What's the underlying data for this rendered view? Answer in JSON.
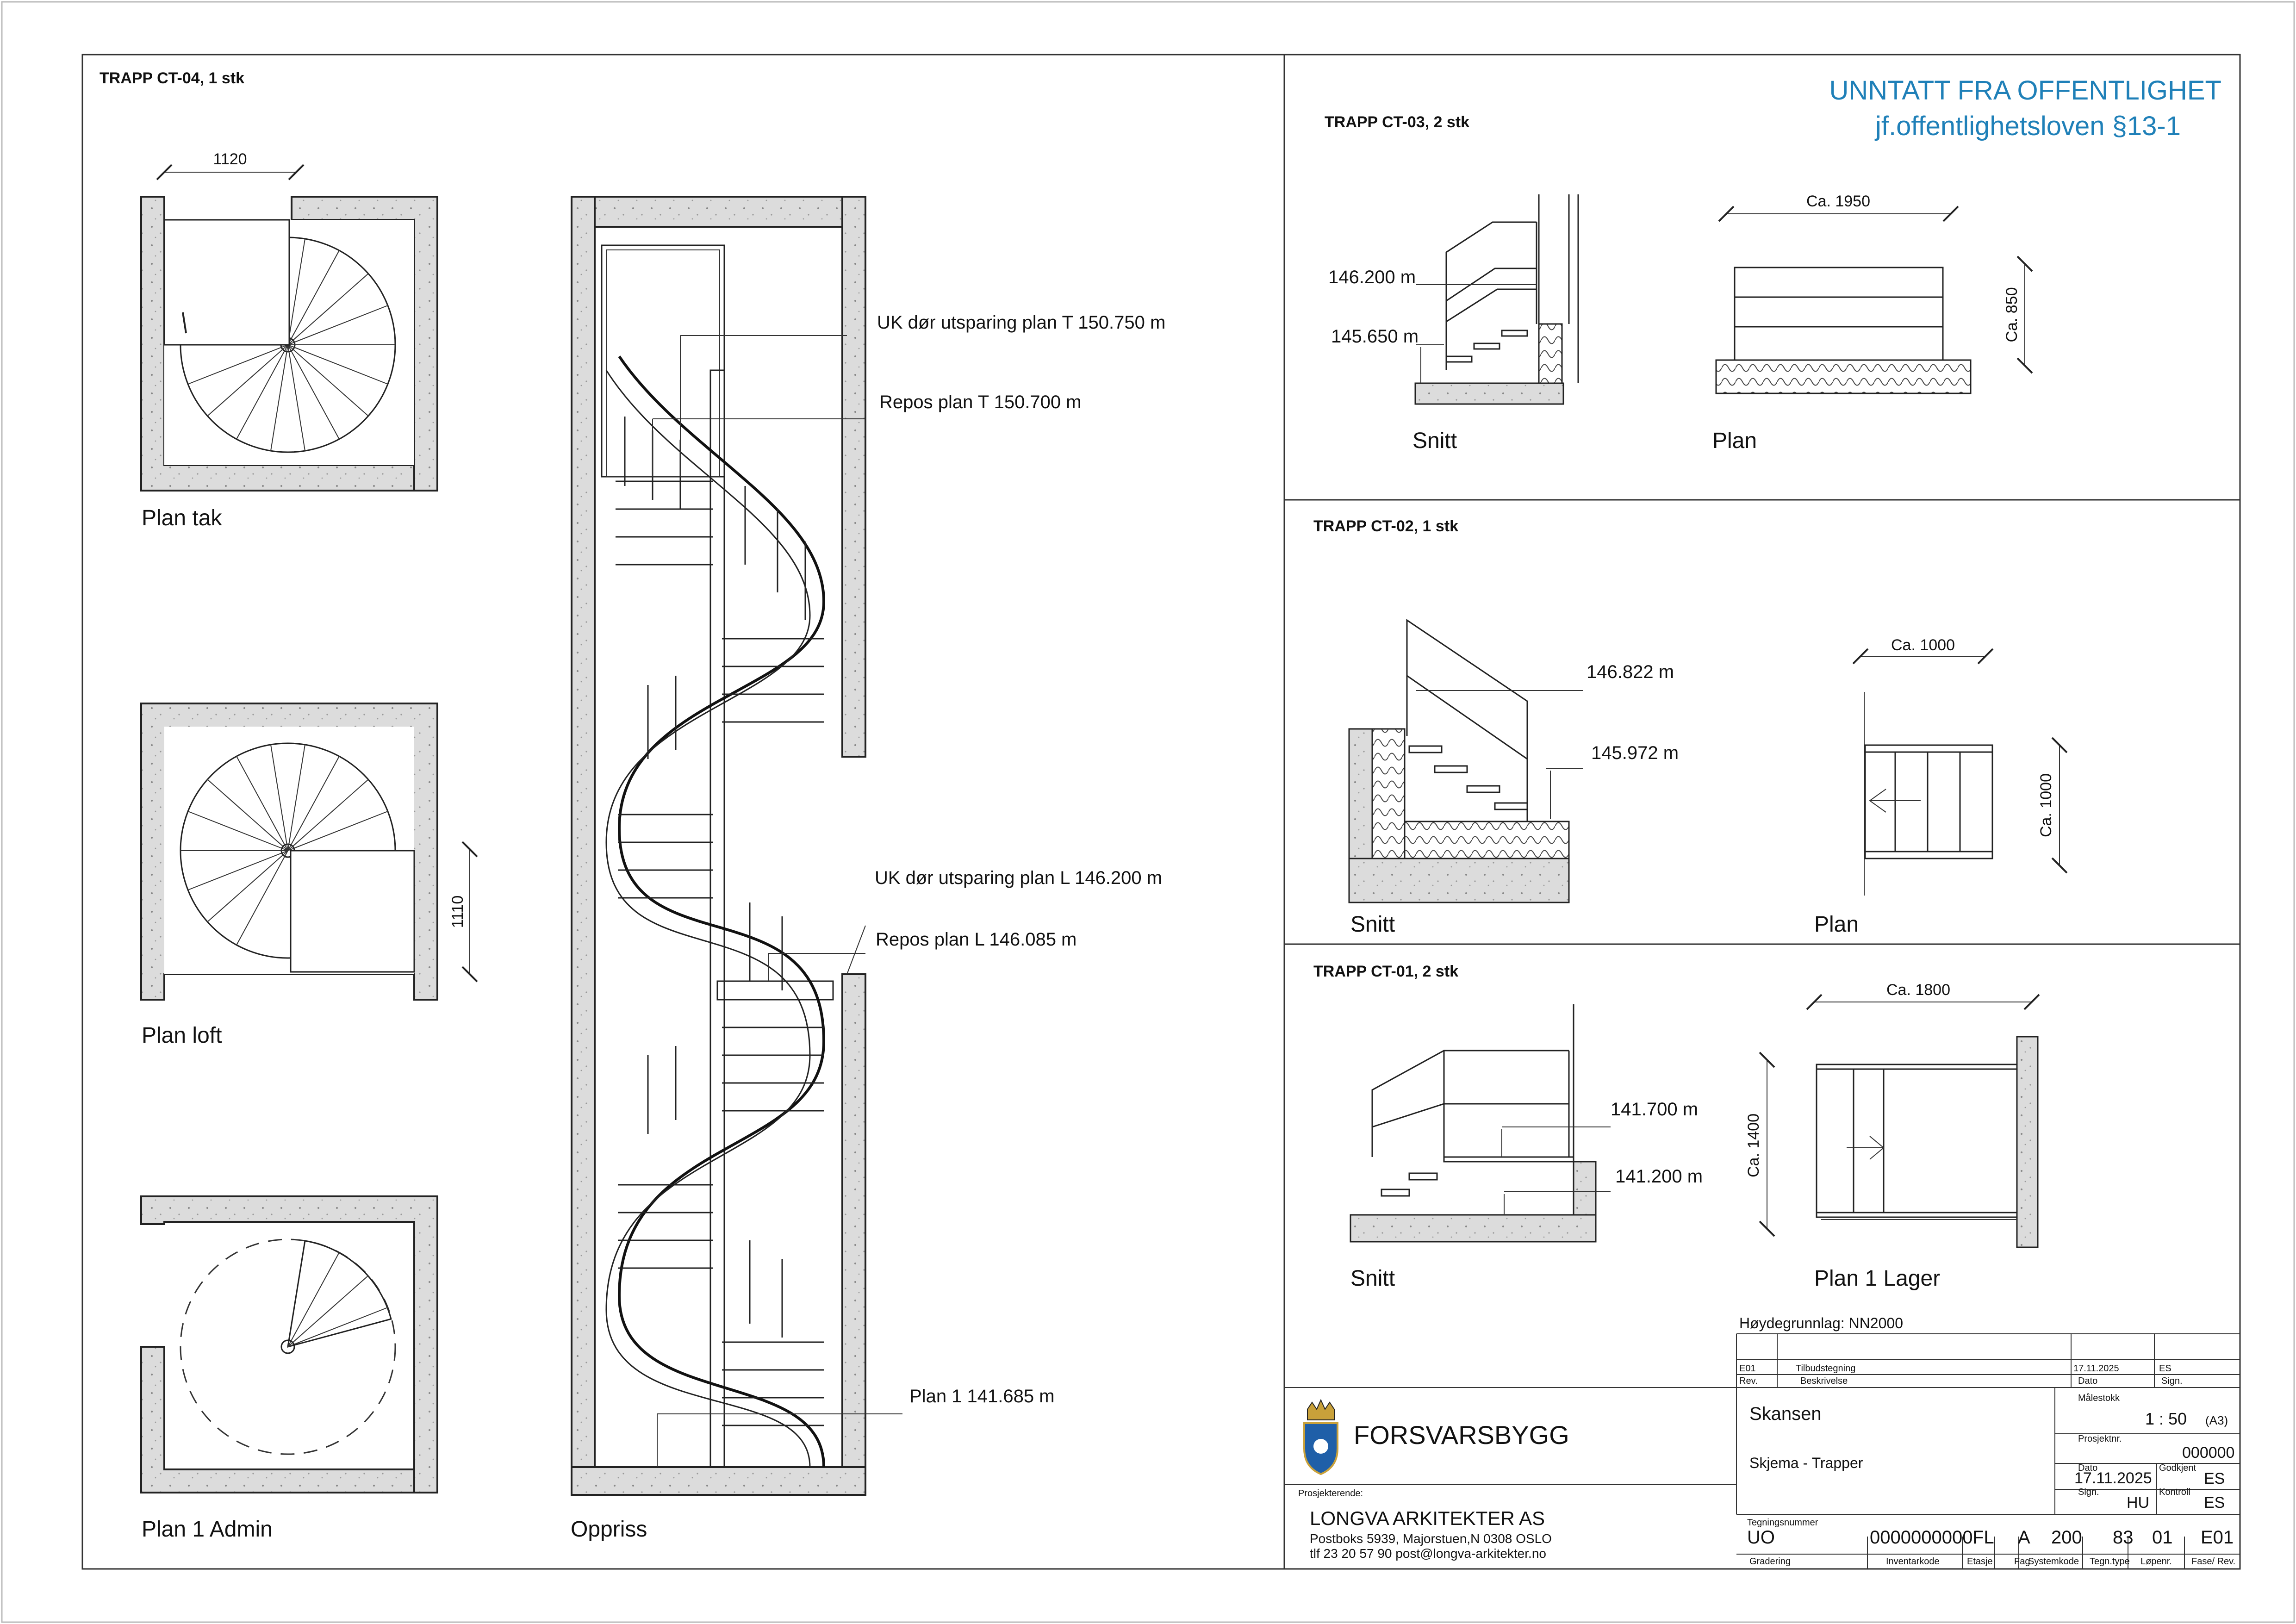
{
  "stamp": {
    "line1": "UNNTATT FRA OFFENTLIGHET",
    "line2": "jf.offentlighetsloven §13-1",
    "color": "#1f80b8"
  },
  "ct04": {
    "title": "TRAPP CT-04, 1 stk",
    "dim_tak": "1120",
    "dim_loft": "1110",
    "label_tak": "Plan tak",
    "label_loft": "Plan loft",
    "label_admin": "Plan 1 Admin",
    "label_oppriss": "Oppriss",
    "elev1": "UK dør utsparing plan T 150.750 m",
    "elev2": "Repos plan T 150.700 m",
    "elev3": "UK dør utsparing plan L 146.200 m",
    "elev4": "Repos plan L 146.085 m",
    "elev5": "Plan 1 141.685 m"
  },
  "ct03": {
    "title": "TRAPP CT-03, 2 stk",
    "elev_top": "146.200 m",
    "elev_bottom": "145.650 m",
    "dim_w": "Ca. 1950",
    "dim_d": "Ca. 850",
    "label_snitt": "Snitt",
    "label_plan": "Plan"
  },
  "ct02": {
    "title": "TRAPP CT-02, 1 stk",
    "elev_top": "146.822 m",
    "elev_bottom": "145.972 m",
    "dim_w": "Ca. 1000",
    "dim_d": "Ca. 1000",
    "label_snitt": "Snitt",
    "label_plan": "Plan"
  },
  "ct01": {
    "title": "TRAPP CT-01, 2 stk",
    "elev_top": "141.700 m",
    "elev_bottom": "141.200 m",
    "dim_w": "Ca. 1800",
    "dim_d": "Ca. 1400",
    "label_snitt": "Snitt",
    "label_plan": "Plan 1 Lager"
  },
  "titleblock": {
    "hoydegrunnlag": "Høydegrunnlag: NN2000",
    "rev_code": "E01",
    "rev_desc": "Tilbudstegning",
    "rev_date": "17.11.2025",
    "rev_sign": "ES",
    "h_rev": "Rev.",
    "h_beskrivelse": "Beskrivelse",
    "h_dato": "Dato",
    "h_sign": "Sign.",
    "org_name": "FORSVARSBYGG",
    "project": "Skansen",
    "drawing_title": "Skjema - Trapper",
    "h_malestokk": "Målestokk",
    "scale": "1 : 50",
    "paper": "(A3)",
    "h_prosjektnr": "Prosjektnr.",
    "prosjektnr": "000000",
    "h_dato2": "Dato",
    "dato": "17.11.2025",
    "h_godkjent": "Godkjent",
    "godkjent": "ES",
    "h_sign2": "Sign.",
    "sign": "HU",
    "h_kontroll": "Kontroll",
    "kontroll": "ES",
    "h_prosjekterende": "Prosjekterende:",
    "firm": "LONGVA  ARKITEKTER AS",
    "firm_addr": "Postboks 5939,  Majorstuen,N 0308 OSLO",
    "firm_contact": "tlf 23 20 57 90   post@longva-arkitekter.no",
    "h_tegningsnummer": "Tegningsnummer",
    "tn_gradering": "UO",
    "tn_inventar": "0000000000",
    "tn_etasje": "FL",
    "tn_fag": "A",
    "tn_system": "200",
    "tn_type": "83",
    "tn_lopenr": "01",
    "tn_fase": "E01",
    "f_gradering": "Gradering",
    "f_inventar": "Inventarkode",
    "f_etasje": "Etasje",
    "f_fag": "Fag",
    "f_system": "Systemkode",
    "f_type": "Tegn.type",
    "f_lopenr": "Løpenr.",
    "f_fase": "Fase/ Rev."
  }
}
